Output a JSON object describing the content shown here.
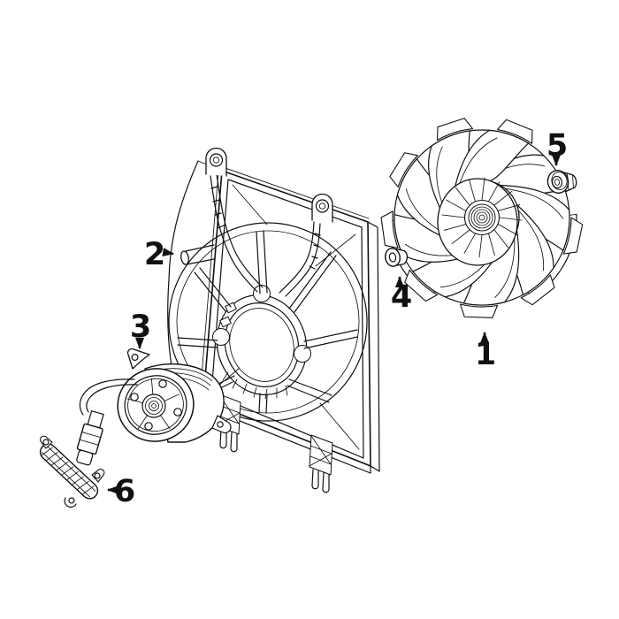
{
  "diagram": {
    "background_color": "#ffffff",
    "line_color": "#111111",
    "callouts": [
      {
        "number": "1",
        "part": "fan-blade"
      },
      {
        "number": "2",
        "part": "mounting-pin"
      },
      {
        "number": "3",
        "part": "fan-motor"
      },
      {
        "number": "4",
        "part": "mount-grommet"
      },
      {
        "number": "5",
        "part": "flange-nut"
      },
      {
        "number": "6",
        "part": "harness-bracket"
      }
    ]
  }
}
